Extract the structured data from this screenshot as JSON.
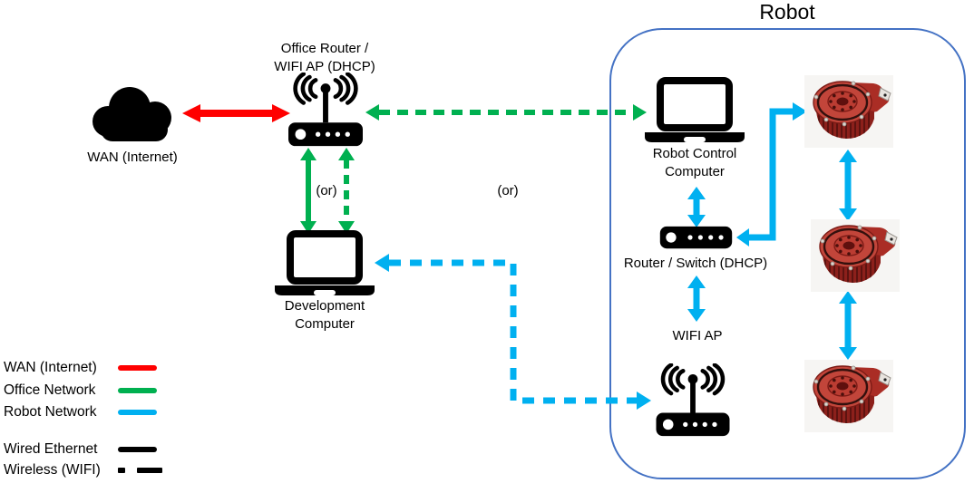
{
  "diagram_title": "Robot",
  "colors": {
    "wan_red": "#FF0000",
    "office_green": "#00B050",
    "robot_blue": "#00B0F0",
    "box_border": "#4472C4",
    "ink": "#000000"
  },
  "nodes": {
    "wan": {
      "label": "WAN (Internet)"
    },
    "office_router": {
      "line1": "Office Router /",
      "line2": "WIFI AP (DHCP)"
    },
    "development_computer": {
      "line1": "Development",
      "line2": "Computer"
    },
    "robot_control_computer": {
      "line1": "Robot Control",
      "line2": "Computer"
    },
    "robot_switch": {
      "label": "Router / Switch (DHCP)"
    },
    "robot_wifi_ap": {
      "label": "WIFI AP"
    }
  },
  "annotations": {
    "or_left": "(or)",
    "or_middle": "(or)"
  },
  "legend": {
    "network_items": [
      {
        "label": "WAN (Internet)",
        "color": "#FF0000"
      },
      {
        "label": "Office Network",
        "color": "#00B050"
      },
      {
        "label": "Robot Network",
        "color": "#00B0F0"
      }
    ],
    "line_style_items": [
      {
        "label": "Wired Ethernet",
        "style": "solid"
      },
      {
        "label": "Wireless (WIFI)",
        "style": "dashed"
      }
    ]
  },
  "icons": [
    "cloud-icon",
    "wifi-router-icon",
    "laptop-icon",
    "network-switch-icon",
    "wifi-ap-icon",
    "robot-actuator-image"
  ]
}
